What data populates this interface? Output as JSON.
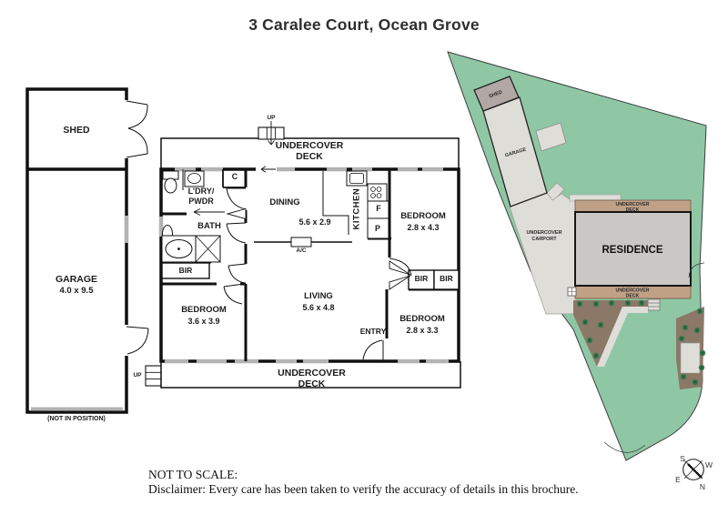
{
  "title": "3 Caralee Court, Ocean Grove",
  "floorplan": {
    "deck_top": "UNDERCOVER\nDECK",
    "up_top": "UP",
    "laundry": "L’DRY/\nPWDR",
    "closet": "C",
    "bath": "BATH",
    "bir_left": "BIR",
    "dining": "DINING",
    "dining_dims": "5.6 x 2.9",
    "kitchen": "KITCHEN",
    "fridge": "F",
    "pantry": "P",
    "ac": "A/C",
    "bedroom1": "BEDROOM",
    "bedroom1_dims": "2.8 x 4.3",
    "bir_a": "BIR",
    "bir_b": "BIR",
    "living": "LIVING",
    "living_dims": "5.6 x 4.8",
    "entry": "ENTRY",
    "bedroom2": "BEDROOM",
    "bedroom2_dims": "2.8 x 3.3",
    "bedroom3": "BEDROOM",
    "bedroom3_dims": "3.6 x 3.9",
    "deck_bottom": "UNDERCOVER\nDECK",
    "up_bottom": "UP"
  },
  "outbuilding": {
    "shed": "SHED",
    "garage": "GARAGE",
    "garage_dims": "4.0 x 9.5",
    "note": "(NOT IN POSITION)"
  },
  "siteplan": {
    "shed": "SHED",
    "garage": "GARAGE",
    "carport_line1": "UNDERCOVER",
    "carport_line2": "CARPORT",
    "residence": "RESIDENCE",
    "deck_top_line1": "UNDERCOVER",
    "deck_top_line2": "DECK",
    "deck_bottom_line1": "UNDERCOVER",
    "deck_bottom_line2": "DECK"
  },
  "compass": {
    "s": "S",
    "w": "W",
    "e": "E",
    "n": "N"
  },
  "footer": {
    "scale_note": "NOT TO SCALE:",
    "disclaimer": "Disclaimer: Every care has been taken to verify the accuracy of details in this brochure."
  },
  "colors": {
    "lawn": "#8fc7a5",
    "hardscape": "#dfddd8",
    "shed_fill": "#b2a8a3",
    "residence_fill": "#cbc7c5",
    "deck_fill": "#c1a185",
    "garden_bed": "#8b7867",
    "shrub": "#2f7a4d",
    "window": "#b3b3b3"
  }
}
